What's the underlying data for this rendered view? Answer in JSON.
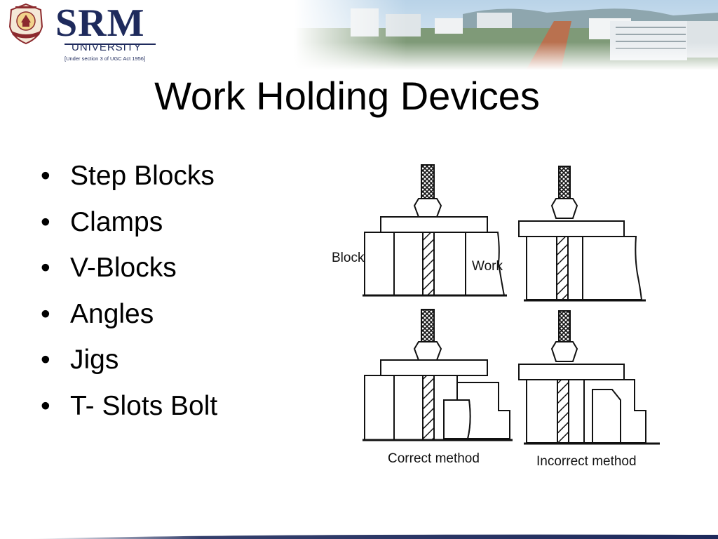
{
  "logo": {
    "name": "SRM",
    "subname": "UNIVERSITY",
    "tagline": "[Under section 3 of UGC Act 1956]"
  },
  "slide": {
    "title": "Work Holding Devices",
    "bullets": [
      "Step Blocks",
      "Clamps",
      "V-Blocks",
      "Angles",
      "Jigs",
      "T- Slots Bolt"
    ]
  },
  "diagram": {
    "labels": {
      "block": "Block",
      "work": "Work",
      "correct": "Correct method",
      "incorrect": "Incorrect method"
    }
  },
  "colors": {
    "brand": "#1e2a5c",
    "seal": "#8c2a2e",
    "line": "#111111"
  }
}
